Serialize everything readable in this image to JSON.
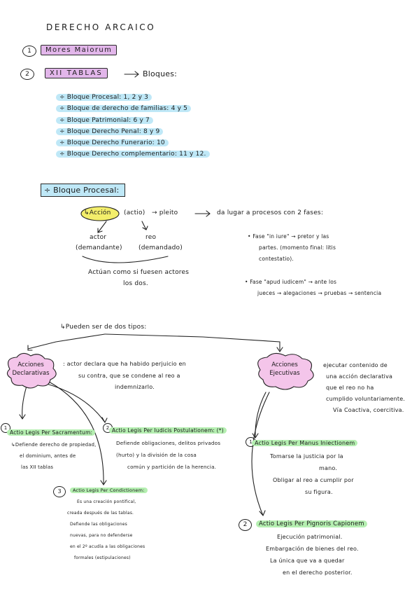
{
  "title": "DERECHO ARCAICO",
  "item1": {
    "num": "1",
    "label": "Mores Maiorum"
  },
  "item2": {
    "num": "2",
    "label": "XII TABLAS",
    "arrow_label": "Bloques:"
  },
  "bloques": [
    "÷ Bloque Procesal: 1, 2 y 3",
    "÷ Bloque de derecho de familias: 4 y 5",
    "÷ Bloque Patrimonial: 6 y 7",
    "÷ Bloque Derecho Penal: 8 y 9",
    "÷ Bloque Derecho Funerario: 10",
    "÷ Bloque Derecho complementario: 11 y 12."
  ],
  "procesal": {
    "heading": "÷ Bloque Procesal:",
    "accion": "↳Acción",
    "actio": "(actio)",
    "pleito": "→ pleito",
    "da_lugar": "da lugar a procesos con 2 fases:",
    "actor": "actor",
    "demandante": "(demandante)",
    "reo": "reo",
    "demandado": "(demandado)",
    "note_line1": "Actúan como si fuesen actores",
    "note_line2": "los dos.",
    "fase1_line1": "• Fase \"in iure\" → pretor y las",
    "fase1_line2": "partes. (momento final: litis",
    "fase1_line3": "contestatio).",
    "fase2_line1": "• Fase \"apud iudicem\" → ante los",
    "fase2_line2": "jueces → alegaciones → pruebas → sentencia"
  },
  "tipos": "↳Pueden ser de dos tipos:",
  "declarativas": {
    "cloud_line1": "Acciones",
    "cloud_line2": "Declarativas",
    "desc_line1": ": actor declara que ha habido perjuicio en",
    "desc_line2": "su contra, que se condene al reo a",
    "desc_line3": "indemnizarlo."
  },
  "ejecutivas": {
    "cloud_line1": "Acciones",
    "cloud_line2": "Ejecutivas",
    "desc_line1": "ejecutar contenido de",
    "desc_line2": "una acción declarativa",
    "desc_line3": "que el reo no ha",
    "desc_line4": "cumplido voluntariamente.",
    "desc_line5": "Vía Coactiva, coercitiva."
  },
  "sacramentum": {
    "num": "1",
    "title": "Actio Legis Per Sacramentum:",
    "line1": "↳Defiende derecho de propiedad,",
    "line2": "el dominium, antes de",
    "line3": "las XII tablas"
  },
  "iudicis": {
    "num": "2",
    "title": "Actio Legis Per Iudicis Postulationem: (*)",
    "line1": "Defiende obligaciones, delitos privados",
    "line2": "(hurto) y la división de la cosa",
    "line3": "común y partición de la herencia."
  },
  "condictionem": {
    "num": "3",
    "title": "Actio Legis Per Condictionem:",
    "line1": "Es una creación pontifical,",
    "line2": "creada después de las tablas.",
    "line3": "Defiende las obligaciones",
    "line4": "nuevas, para no defenderse",
    "line5": "en el 2º acudía a las obligaciones",
    "line6": "formales (estipulaciones)"
  },
  "manus": {
    "num": "1",
    "title": "Actio Legis Per Manus Iniectionem",
    "line1": "Tomarse la justicia por la",
    "line2": "mano.",
    "line3": "Obligar al reo a cumplir por",
    "line4": "su figura."
  },
  "pignoris": {
    "num": "2",
    "title": "Actio Legis Per Pignoris Capionem",
    "line1": "Ejecución patrimonial.",
    "line2": "Embargación de bienes del reo.",
    "line3": "La única que va a quedar",
    "line4": "en el derecho posterior."
  }
}
